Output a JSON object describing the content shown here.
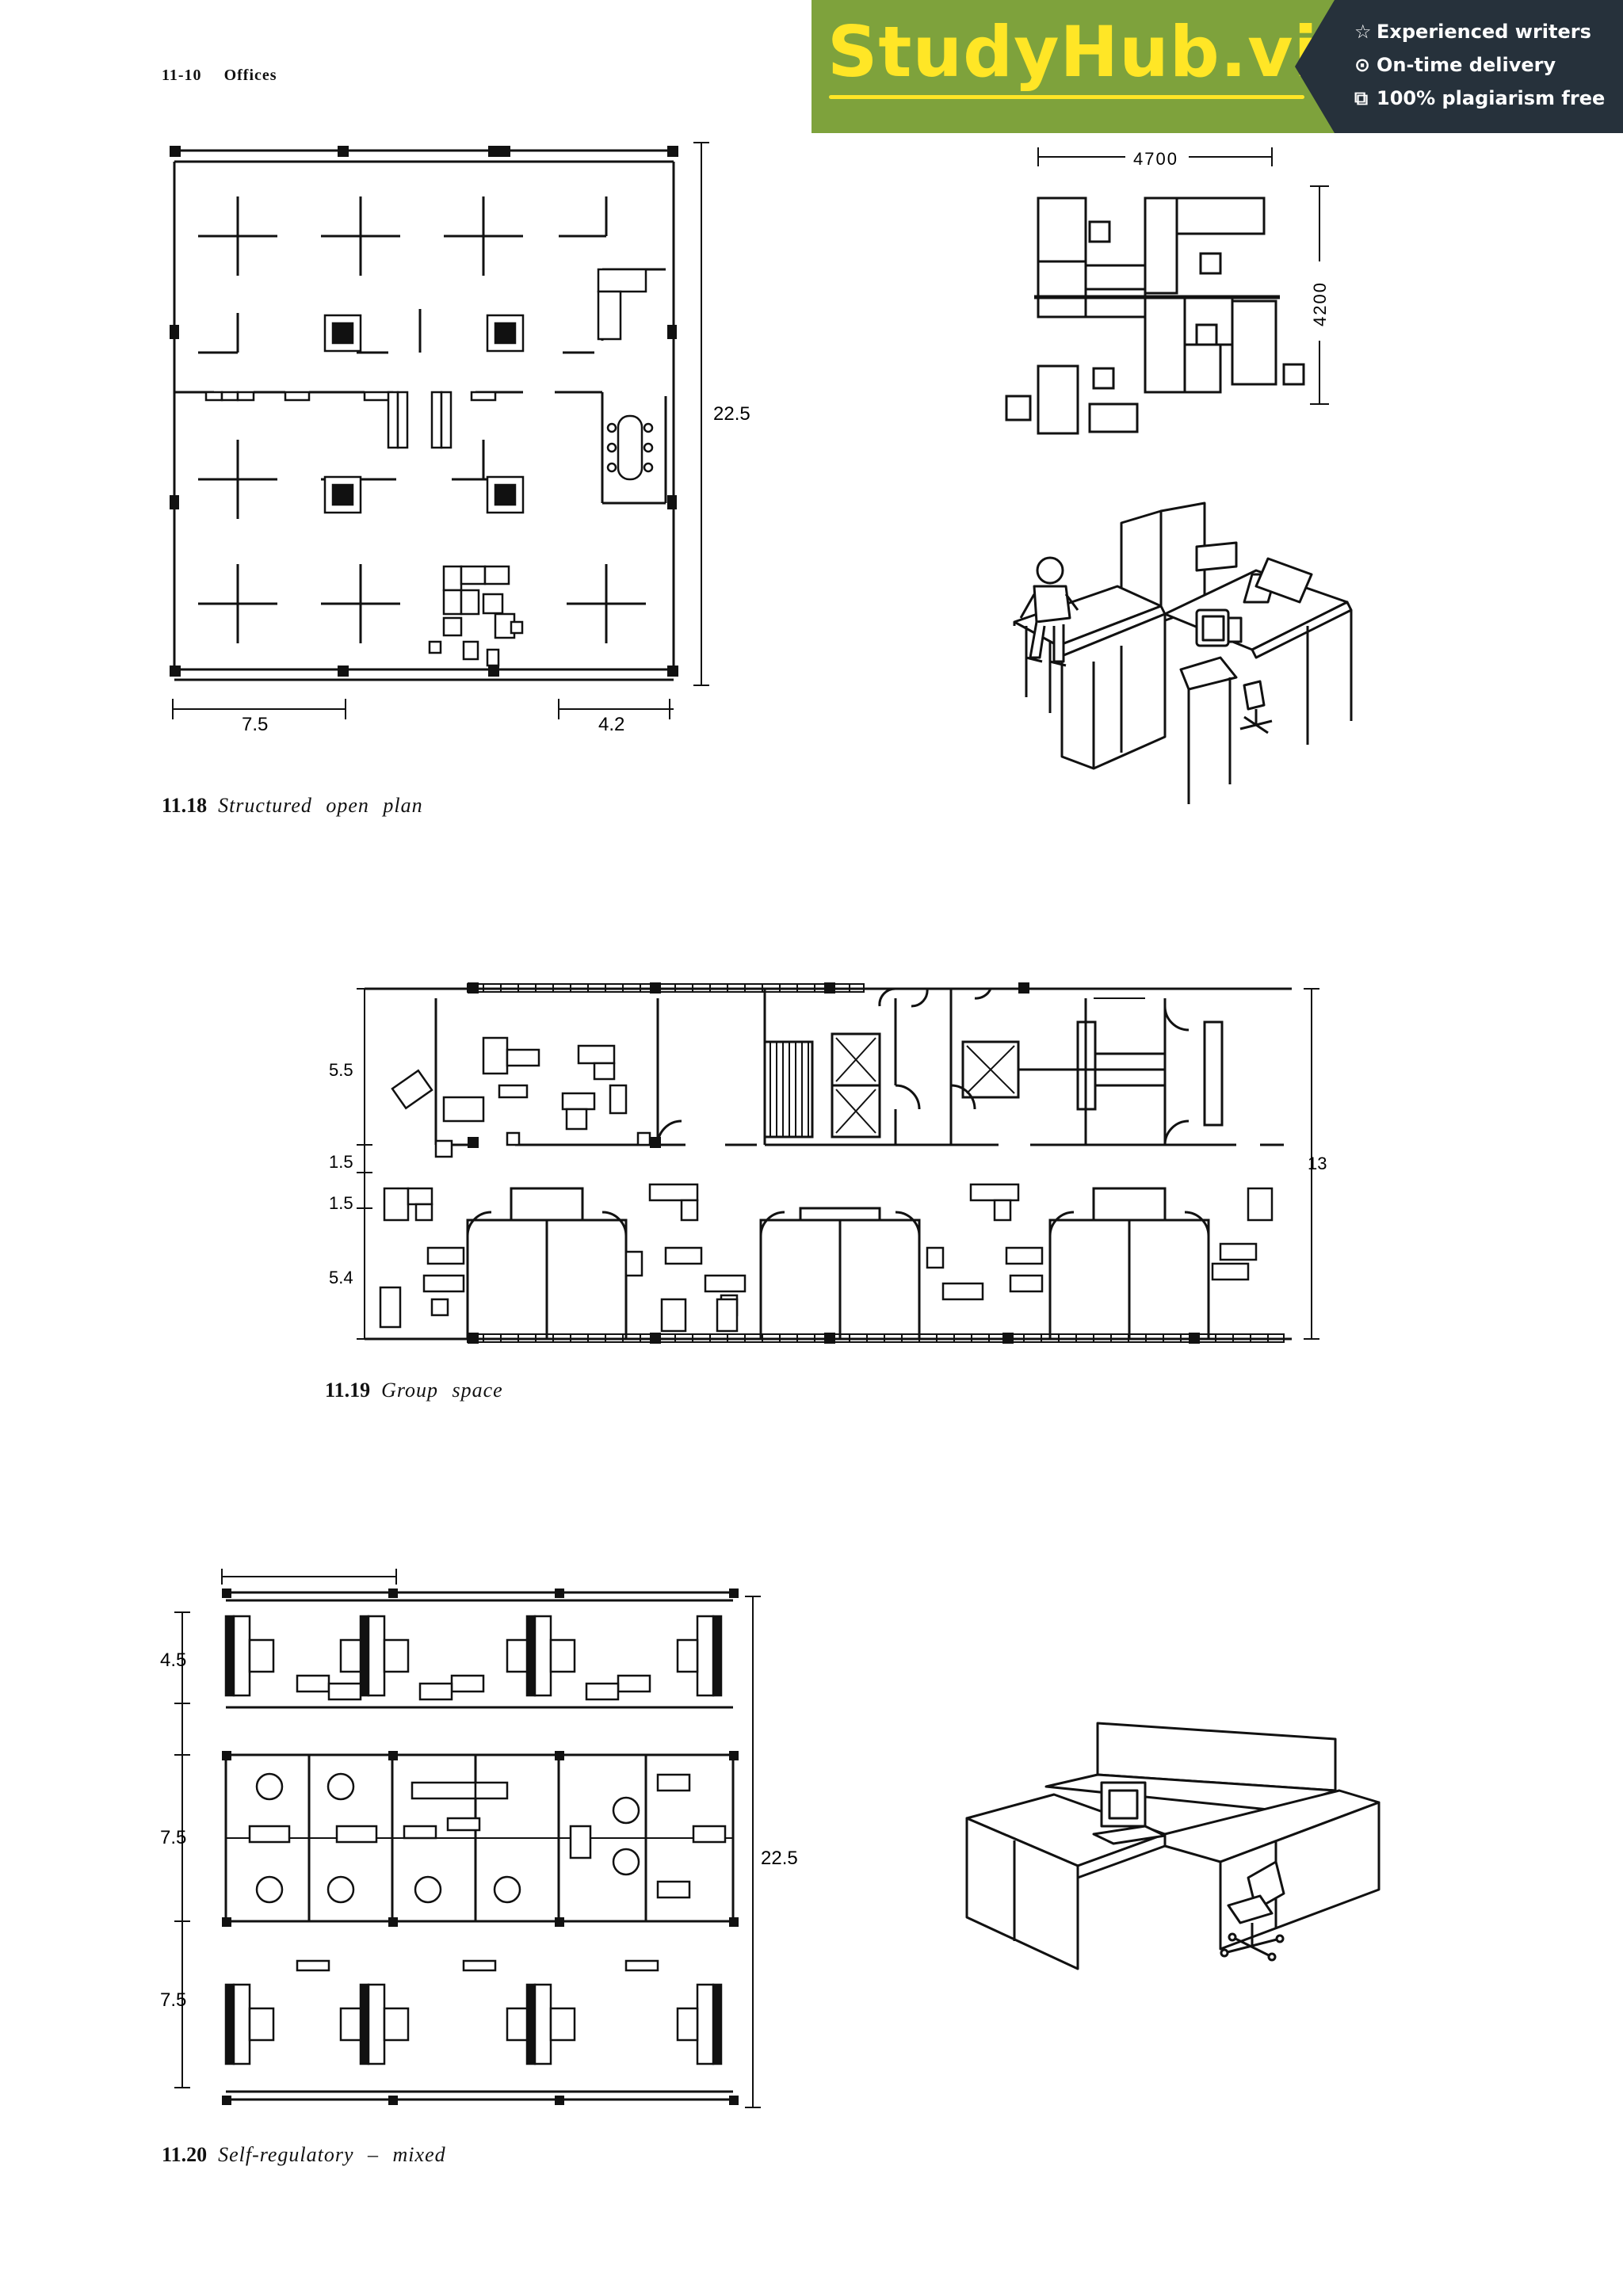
{
  "header": {
    "page_number": "11-10",
    "section": "Offices"
  },
  "banner": {
    "brand": "StudyHub.vip",
    "features": [
      {
        "icon": "star-icon",
        "label": "Experienced writers"
      },
      {
        "icon": "clock-icon",
        "label": "On-time delivery"
      },
      {
        "icon": "copy-icon",
        "label": "100% plagiarism free"
      }
    ],
    "colors": {
      "green": "#7ea23c",
      "dark": "#26313b",
      "yellow": "#ffe626"
    }
  },
  "figures": [
    {
      "number": "11.18",
      "title": "Structured open plan",
      "dims": {
        "width_left": "7.5",
        "width_right": "4.2",
        "height": "22.5",
        "workstation_w": "4700",
        "workstation_h": "4200"
      }
    },
    {
      "number": "11.19",
      "title": "Group space",
      "dims": {
        "d1": "5.5",
        "d2": "1.5",
        "d3": "1.5",
        "d4": "5.4",
        "height": "13"
      }
    },
    {
      "number": "11.20",
      "title": "Self-regulatory – mixed",
      "dims": {
        "r1": "4.5",
        "r2": "7.5",
        "r3": "7.5",
        "height": "22.5"
      }
    }
  ]
}
